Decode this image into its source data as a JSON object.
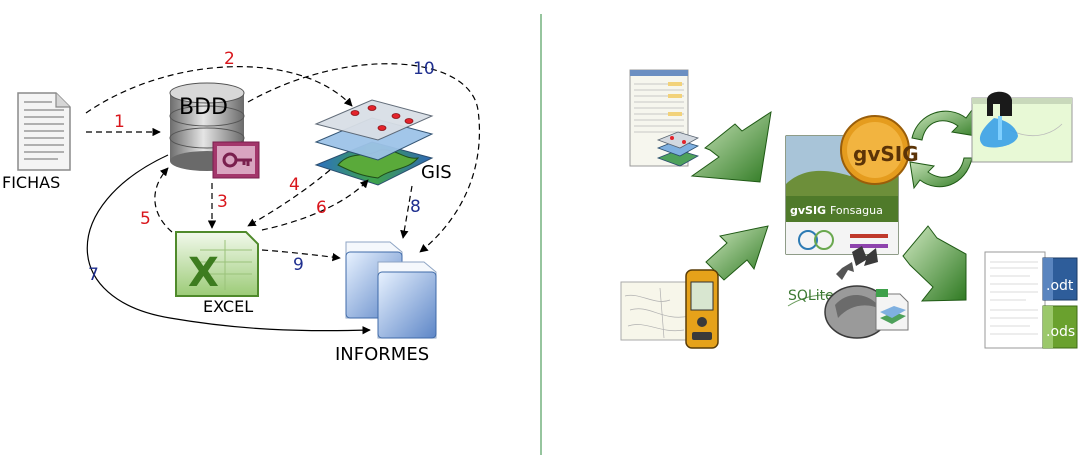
{
  "left_diagram": {
    "nodes": {
      "fichas": "FICHAS",
      "bdd": "BDD",
      "gis": "GIS",
      "excel": "EXCEL",
      "informes": "INFORMES"
    },
    "arrow_numbers": {
      "n1": "1",
      "n2": "2",
      "n3": "3",
      "n4": "4",
      "n5": "5",
      "n6": "6",
      "n7": "7",
      "n8": "8",
      "n9": "9",
      "n10": "10"
    },
    "colors": {
      "red": "#d9161c",
      "blue": "#1f2f8f",
      "line": "#000000"
    }
  },
  "right_diagram": {
    "gvsig_logo": "gvSIG",
    "splash_title": "gvSIG",
    "splash_subtitle": "Fonsagua",
    "sqlite_label": "SQLite",
    "odt_label": ".odt",
    "ods_label": ".ods",
    "colors": {
      "arrow_green": "#3f8a2e",
      "divider": "#2e8b3d"
    }
  }
}
